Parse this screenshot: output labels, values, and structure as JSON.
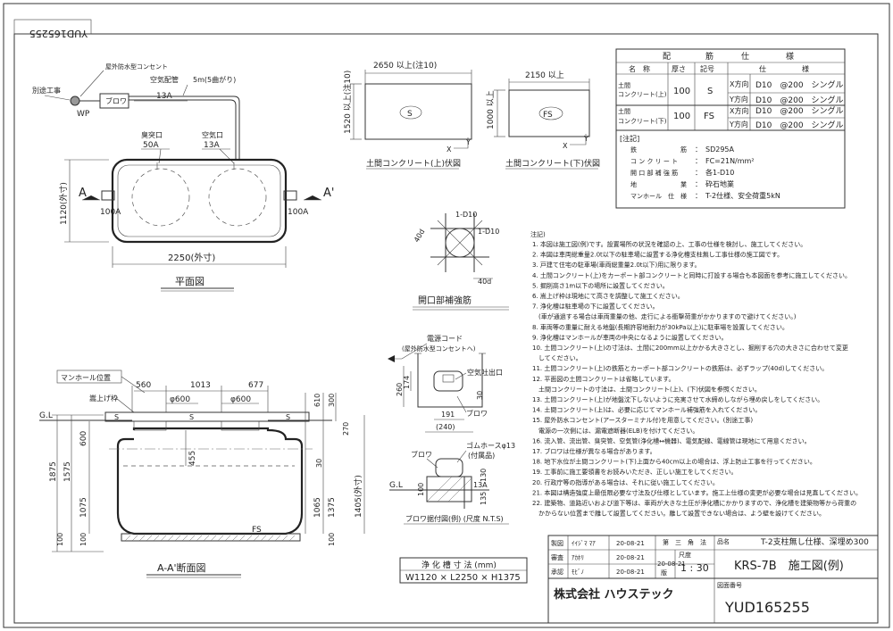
{
  "drawing_number": "YUD165255",
  "plan": {
    "outdoor_outlet": "屋外防水型コンセント",
    "separate_work": "別途工事",
    "wp": "WP",
    "blower": "ブロワ",
    "air_pipe": "空気配管",
    "air_pipe_length": "5m(5曲がり)",
    "pipe_13a": "13A",
    "odor_label": "臭突口",
    "odor_size": "50A",
    "air_label": "空気口",
    "air_size": "13A",
    "width_dim": "1120(外寸)",
    "length_dim": "2250(外寸)",
    "inlet": "100A",
    "outlet": "100A",
    "section_a": "A",
    "section_a2": "A'",
    "title": "平面図"
  },
  "slab_upper": {
    "length": "2650 以上(注10)",
    "width": "1520 以上(注10)",
    "mark": "S",
    "x_label": "X",
    "y_label": "Y",
    "title": "土間コンクリート(上)伏図"
  },
  "slab_lower": {
    "length": "2150 以上",
    "width": "1000 以上",
    "mark": "FS",
    "x_label": "X",
    "y_label": "Y",
    "title": "土間コンクリート(下)伏図"
  },
  "rebar_table": {
    "title_left": "配",
    "title_mid": "筋",
    "title_mid2": "仕",
    "title_right": "様",
    "headers": [
      "名　称",
      "厚さ",
      "記号",
      "仕",
      "様"
    ],
    "rows": [
      {
        "name": "土間\nコンクリート(上)",
        "thick": "100",
        "mark": "S",
        "x": "X方向",
        "xspec": "D10　@200　シングル",
        "y": "Y方向",
        "yspec": "D10　@200　シングル"
      },
      {
        "name": "土間\nコンクリート(下)",
        "thick": "100",
        "mark": "FS",
        "x": "X方向",
        "xspec": "D10　@200　シングル",
        "y": "Y方向",
        "yspec": "D10　@200　シングル"
      }
    ],
    "note_title": "[注記]",
    "notes": [
      [
        "鉄　　　　　　　筋",
        "：　SD295A"
      ],
      [
        "コ ン ク リ ー ト",
        "：　FC=21N/mm²"
      ],
      [
        "開 口 部 補 強 筋",
        "：　各1-D10"
      ],
      [
        "地　　　　　　　業",
        "：　砕石地業"
      ],
      [
        "マンホール　仕　様",
        "：　T-2仕様、安全荷重5kN"
      ]
    ]
  },
  "opening": {
    "label1": "1-D10",
    "label2": "1-D10",
    "d1": "40d",
    "d2": "40d",
    "title": "開口部補強筋"
  },
  "notes": {
    "title": "注記)",
    "items": [
      "1. 本図は施工図(例)です。設置場所の状況を確認の上、工事の仕様を検討し、施工してください。",
      "2. 本図は車両総重量2.0t以下の駐車場に設置する浄化槽支柱無し工事仕様の施工図です。",
      "3. 戸建て住宅の駐車場(車両総重量2.0t以下)用に限ります。",
      "4. 土間コンクリート(上)をカーポート部コンクリートと同時に打設する場合も本図面を参考に施工してください。",
      "5. 掘削高さ1m以下の場所に設置してください。",
      "6. 嵩上げ枠は現地にて高さを調整して施工ください。",
      "7. 浄化槽は駐車場の下に設置してください。",
      "　(車が通過する場合は車両重量の他、走行による衝撃荷重がかかりますので避けてください。)",
      "8. 車両等の重量に耐える地盤(長期許容地耐力が30kPa以上)に駐車場を設置してください。",
      "9. 浄化槽はマンホールが車両の中央になるように設置してください。",
      "10. 土間コンクリート(上)の寸法は、土間に200mm以上かかる大きさとし、掘削する穴の大きさに合わせて変更",
      "　してください。",
      "11. 土間コンクリート(上)の鉄筋とカーポート部コンクリートの鉄筋は、必ずラップ(40d)してください。",
      "12. 平面図の土間コンクリートは省略しています。",
      "　土間コンクリートの寸法は、土間コンクリート(上)、(下)伏図を参照ください。",
      "13. 土間コンクリート(上)が地盤沈下しないように充実させて水締めしながら埋め戻しをしてください。",
      "14. 土間コンクリート(上)は、必要に応じてマンホール補強筋を入れてください。",
      "15. 屋外防水コンセント(アースターミナル付)を用意してください。(別途工事)",
      "　電源の一次側には、漏電遮断器(ELB)を付けてください。",
      "16. 流入管、流出管、臭突管、空気管(浄化槽↔機器)、電気配線、電線管は現地にて用意ください。",
      "17. ブロワは仕様が異なる場合があります。",
      "18. 地下水位が土間コンクリート(下)上面から40cm以上の場合は、浮上防止工事を行ってください。",
      "19. 工事前に施工要領書をお読みいただき、正しい施工をしてください。",
      "20. 行政庁等の指導がある場合は、それに従い施工してください。",
      "21. 本図は構造強度上最低限必要な寸法及び仕様としています。施工上仕様の変更が必要な場合は見直してください。",
      "22. 建築物、道路近いおよび道下等は、車両が大きな土圧が浄化槽にかかりますので、浄化槽を建築物等から荷重の",
      "　かからない位置まで離して設置してください。離して設置できない場合は、よう壁を設けてください。"
    ]
  },
  "section": {
    "manhole_label": "マンホール位置",
    "riser_label": "嵩上げ枠",
    "gl": "G.L",
    "dims": {
      "d560": "560",
      "d1013": "1013",
      "d677": "677",
      "dia1": "φ600",
      "dia2": "φ600",
      "d100": "100",
      "d610": "610",
      "d300": "300",
      "d270": "270",
      "d600": "600",
      "d1875": "1875",
      "d1575": "1575",
      "d1075": "1075",
      "d455": "455",
      "d30": "30",
      "d1065": "1065",
      "d1375": "1375",
      "d1405": "1405(外寸)",
      "d100b": "100",
      "d100c": "100"
    },
    "s1": "S",
    "s2": "S",
    "s3": "S",
    "fs": "FS",
    "title": "A-A'断面図"
  },
  "blower_detail": {
    "cord": "電源コード",
    "outlet": "(屋外防水型コンセントへ)",
    "air_outlet": "空気吐出口",
    "blower": "ブロワ",
    "hose": "ゴムホースφ13",
    "hose_note": "(付属品)",
    "blower2": "ブロワ",
    "gl": "G.L",
    "d260": "260",
    "d174": "174",
    "d30": "30",
    "d191": "191",
    "d240": "(240)",
    "d100": "100",
    "d130": "130",
    "d13a": "13A",
    "d135": "135",
    "title": "ブロワ据付図(例)  (尺度  N.T.S)"
  },
  "tank_dims": {
    "title": "浄 化 槽 寸 法 (mm)",
    "value": "W1120  ×  L2250  ×  H1375"
  },
  "title_block": {
    "rows": [
      {
        "role": "製図",
        "name": "ｲｲｼﾞﾏ ﾏｱ",
        "date": "20-08-21"
      },
      {
        "role": "審査",
        "name": "ｱｶﾎﾘ",
        "date": "20-08-21"
      },
      {
        "role": "承認",
        "name": "ﾓﾋﾞﾉ",
        "date": "20-08-21"
      }
    ],
    "projection": "第　三　角　法",
    "scale_label": "尺度",
    "scale": "1 : 30",
    "rev_date": "20-08-21",
    "rev": "版",
    "item_label": "品名",
    "spec": "T-2支柱無し仕様、深埋め300",
    "model": "KRS-7B　施工図(例)",
    "company": "株式会社 ハウステック",
    "number_label": "図面番号",
    "number": "YUD165255"
  }
}
